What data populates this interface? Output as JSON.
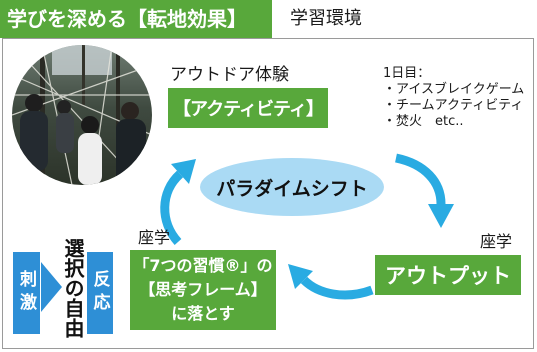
{
  "header": {
    "title": "学びを深める【転地効果】",
    "subtitle": "学習環境"
  },
  "activity": {
    "caption": "アウトドア体験",
    "label": "【アクティビティ】"
  },
  "schedule": {
    "day": "1日目：",
    "items": [
      "・アイスブレイクゲーム",
      "・チームアクティビティ",
      "・焚火　etc.."
    ]
  },
  "center": {
    "label": "パラダイムシフト"
  },
  "output": {
    "caption": "座学",
    "label": "アウトプット"
  },
  "habits": {
    "caption": "座学",
    "lines": [
      "「7つの習慣®」の",
      "【思考フレーム】",
      "に落とす"
    ]
  },
  "model": {
    "stimulus": "刺激",
    "choice": "選択の自由",
    "response": "反応"
  },
  "colors": {
    "green": "#58a83b",
    "arrow_blue": "#29abe2",
    "ellipse_blue": "#aadaf4",
    "box_blue": "#2e8fd6"
  },
  "icons": {
    "cycle_arrows": "curved-arrow-icon",
    "choice_arrow": "triangle-right-icon"
  }
}
